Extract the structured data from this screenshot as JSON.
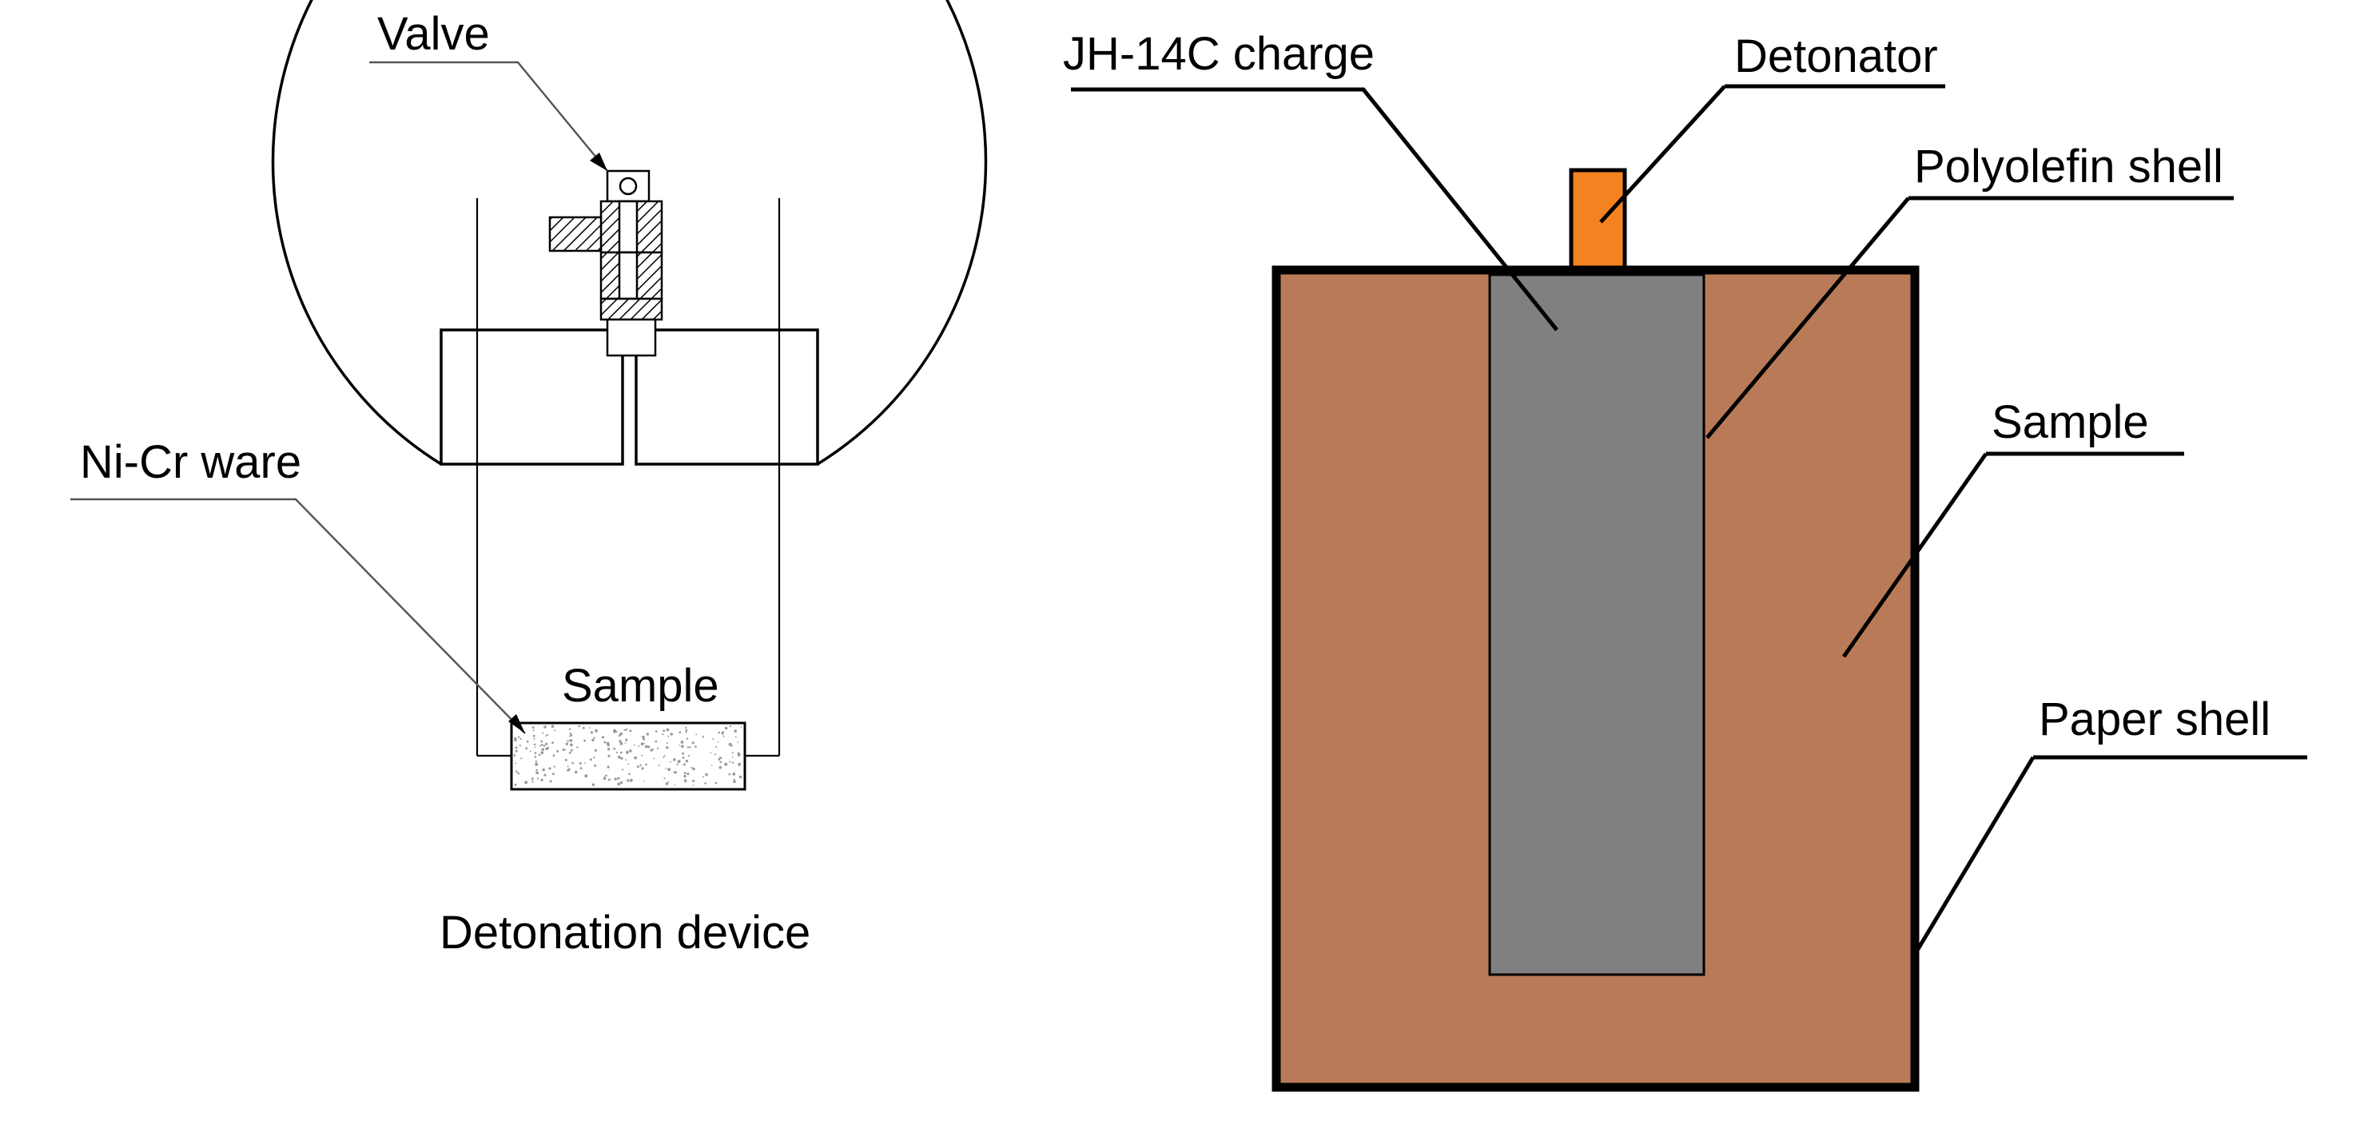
{
  "left_panel": {
    "labels": {
      "valve": "Valve",
      "nicr_ware": "Ni-Cr ware",
      "sample": "Sample",
      "device": "Detonation device"
    }
  },
  "right_panel": {
    "labels": {
      "charge": "JH-14C charge",
      "detonator": "Detonator",
      "polyolefin_shell": "Polyolefin shell",
      "sample": "Sample",
      "paper_shell": "Paper shell"
    }
  },
  "colors": {
    "sample_fill": "#B97B57",
    "charge_fill": "#808080",
    "detonator_fill": "#F58220",
    "outline": "#000000",
    "leader_left": "#555555",
    "sample_dots": "#9a9a9a"
  }
}
